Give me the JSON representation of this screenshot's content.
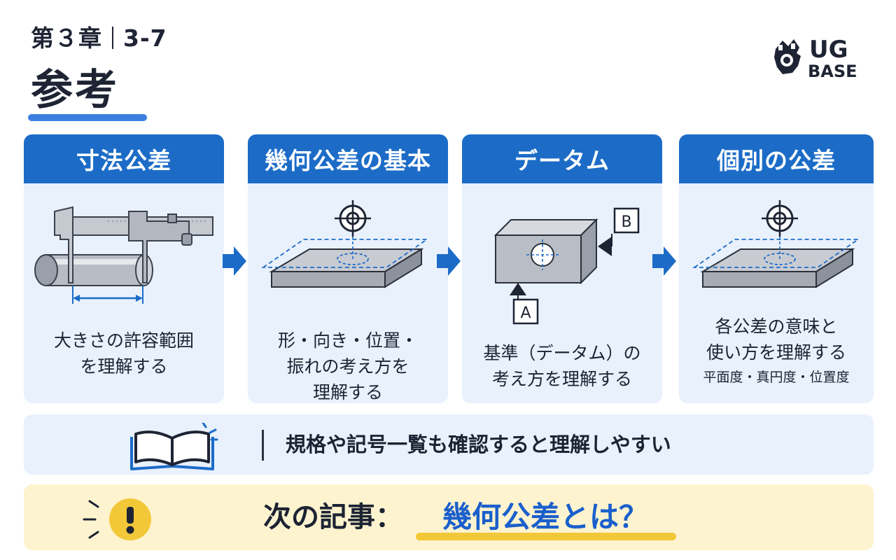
{
  "header": {
    "chapter": "第３章",
    "section": "3-7",
    "title": "参考"
  },
  "logo": {
    "line1": "UG",
    "line2": "BASE"
  },
  "cards": [
    {
      "title": "寸法公差",
      "desc": [
        "大きさの許容範囲",
        "を理解する"
      ]
    },
    {
      "title": "幾何公差の基本",
      "desc": [
        "形・向き・位置・",
        "振れの考え方を",
        "理解する"
      ]
    },
    {
      "title": "データム",
      "desc": [
        "基準（データム）の",
        "考え方を理解する"
      ],
      "labels": {
        "a": "A",
        "b": "B"
      }
    },
    {
      "title": "個別の公差",
      "desc": [
        "各公差の意味と",
        "使い方を理解する"
      ],
      "sub": "平面度・真円度・位置度"
    }
  ],
  "tip": {
    "text": "規格や記号一覧も確認すると理解しやすい"
  },
  "next": {
    "label": "次の記事：",
    "link": "幾何公差とは？"
  },
  "colors": {
    "accent": "#1c6cc7",
    "card_bg": "#e8f1fc",
    "next_bg": "#fdf3cf",
    "highlight": "#f3c838",
    "link": "#1a5fcc"
  }
}
